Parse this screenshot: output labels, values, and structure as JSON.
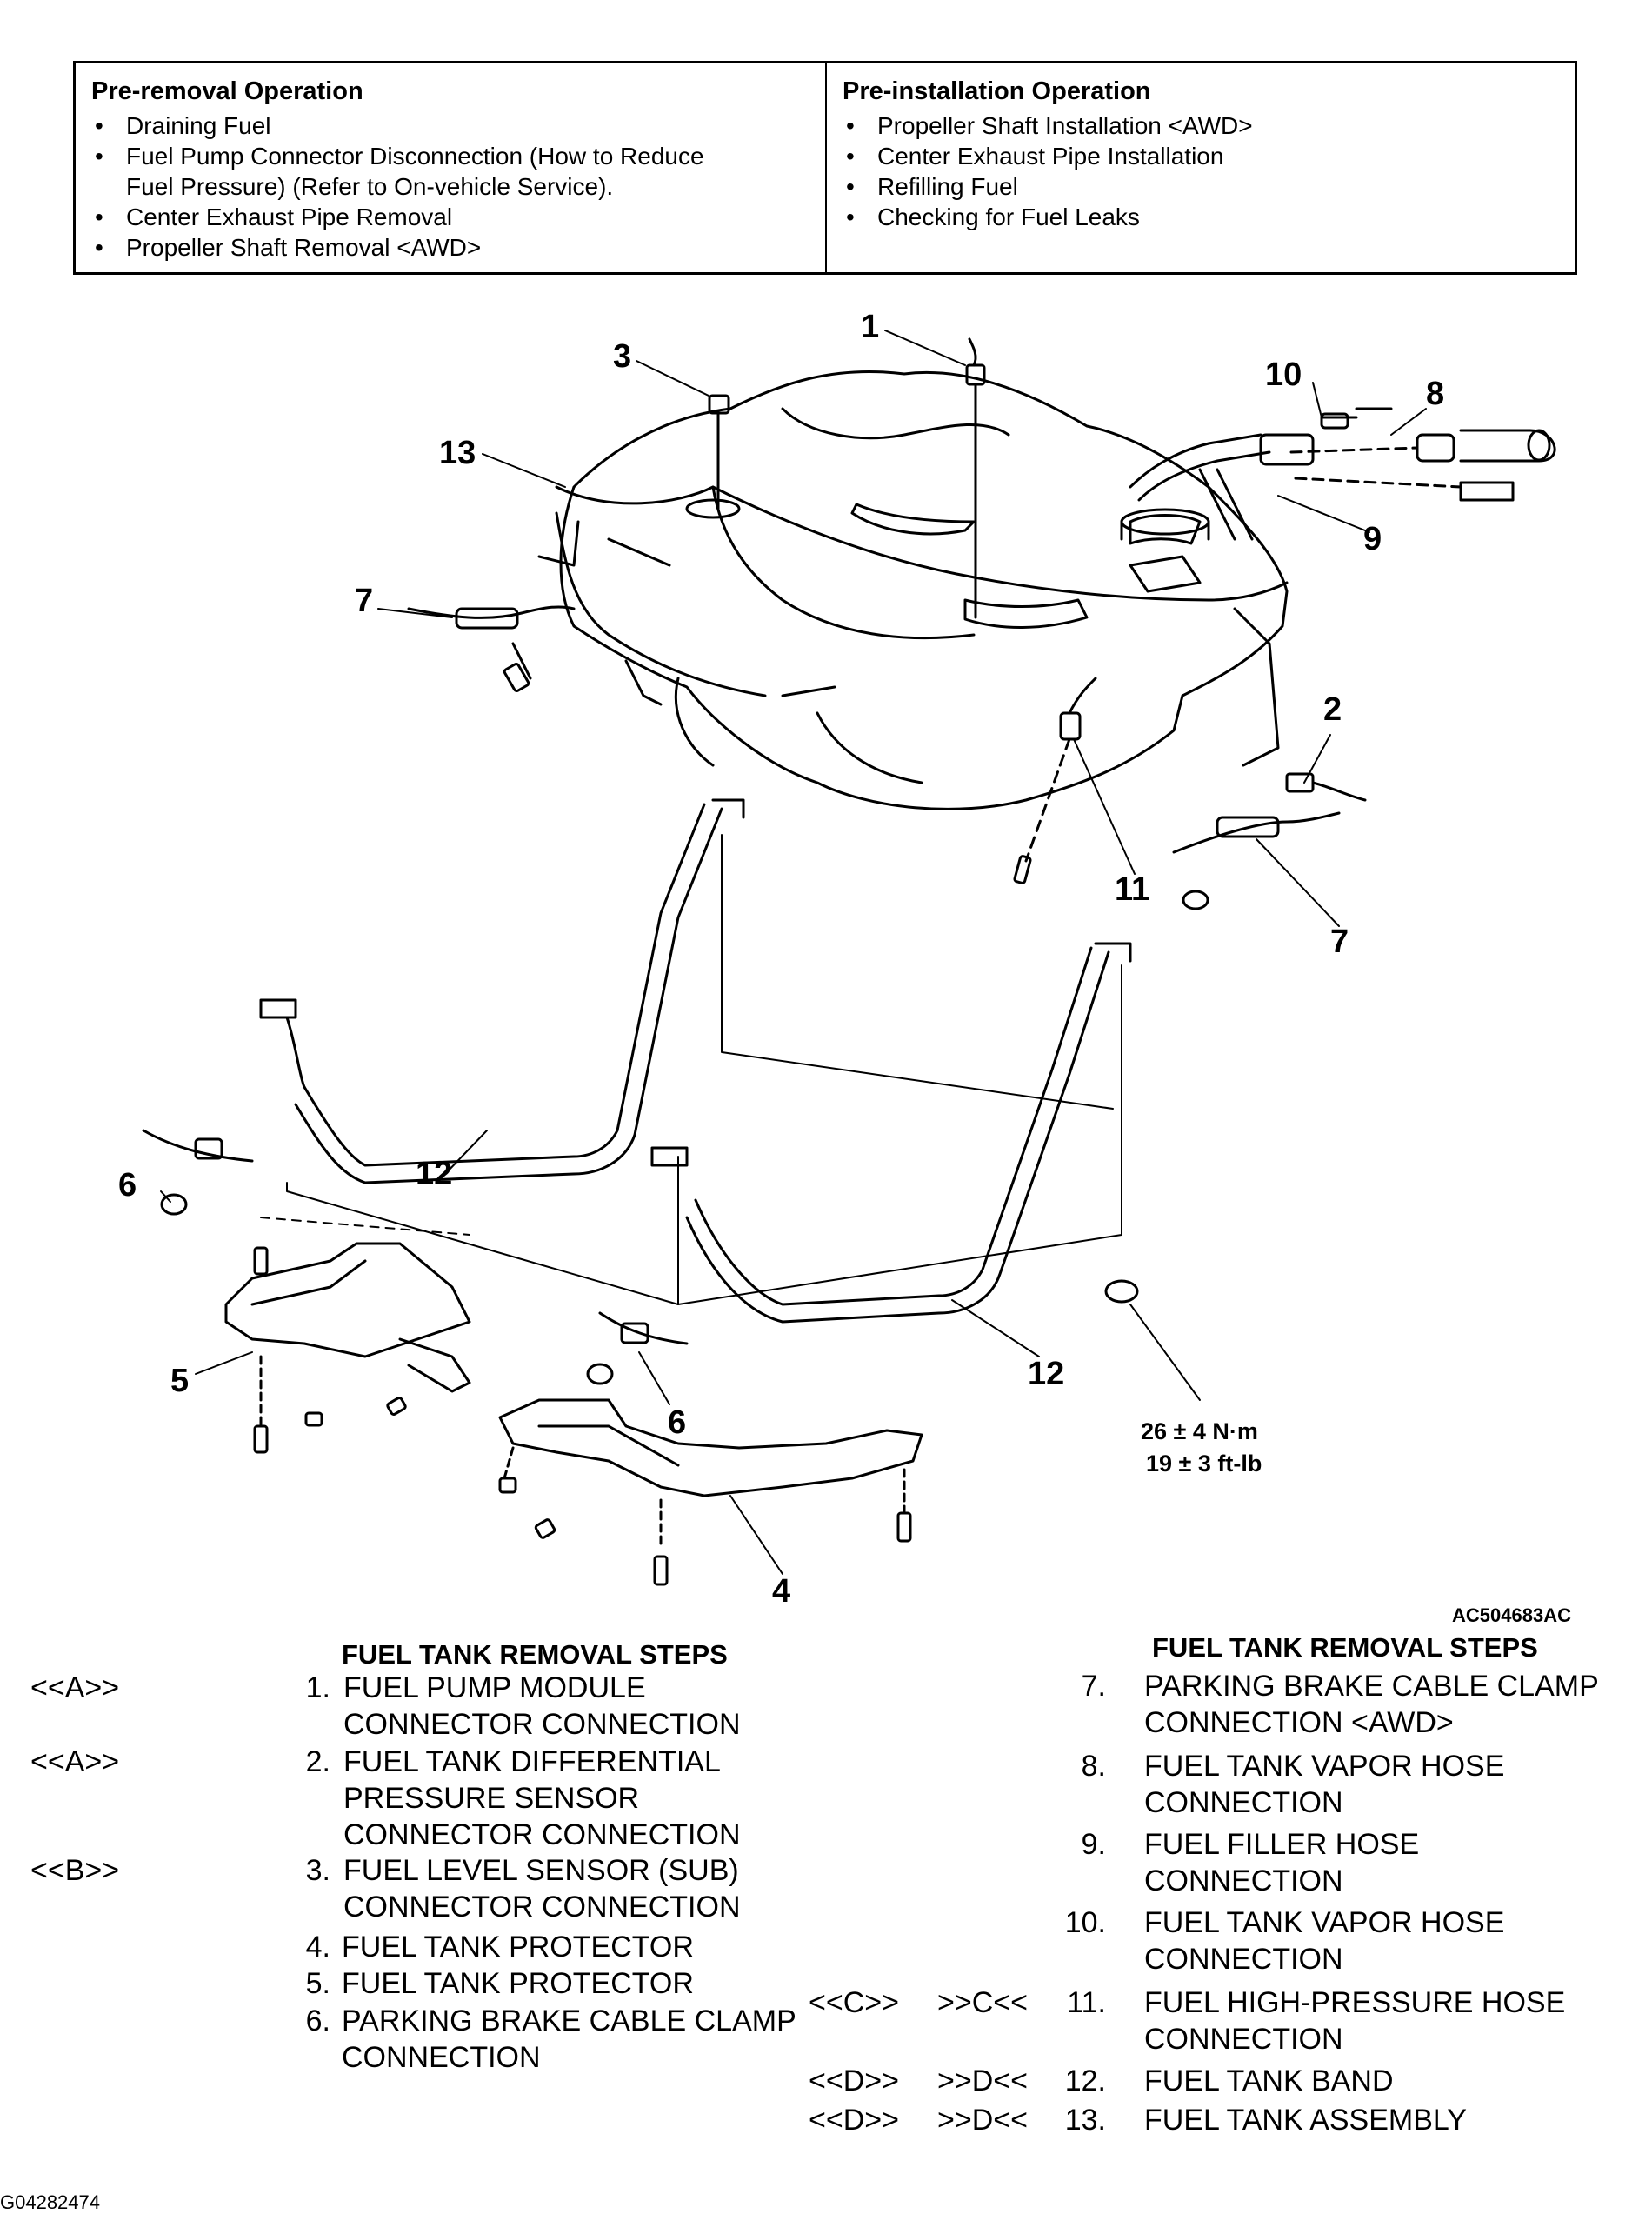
{
  "operations": {
    "pre_removal": {
      "heading": "Pre-removal Operation",
      "items": [
        "Draining Fuel",
        "Fuel Pump Connector Disconnection (How to Reduce\nFuel Pressure) (Refer to On-vehicle Service).",
        "Center Exhaust Pipe Removal",
        "Propeller Shaft Removal <AWD>"
      ]
    },
    "pre_installation": {
      "heading": "Pre-installation Operation",
      "items": [
        "Propeller Shaft Installation <AWD>",
        "Center Exhaust Pipe Installation",
        "Refilling Fuel",
        "Checking for Fuel Leaks"
      ]
    }
  },
  "diagram": {
    "callouts": {
      "c1": "1",
      "c2": "2",
      "c3": "3",
      "c4": "4",
      "c5": "5",
      "c6a": "6",
      "c6b": "6",
      "c7a": "7",
      "c7b": "7",
      "c8": "8",
      "c9": "9",
      "c10": "10",
      "c11": "11",
      "c12a": "12",
      "c12b": "12",
      "c13": "13"
    },
    "torque_nm": "26 ± 4 N·m",
    "torque_ftlb": "19 ± 3 ft-lb",
    "figure_code": "AC504683AC"
  },
  "steps": {
    "title_left": "FUEL TANK REMOVAL STEPS",
    "title_right": "FUEL TANK REMOVAL STEPS",
    "left": [
      {
        "marker": "<<A>>",
        "num": "1.",
        "label": "FUEL PUMP MODULE\nCONNECTOR CONNECTION"
      },
      {
        "marker": "<<A>>",
        "num": "2.",
        "label": "FUEL TANK DIFFERENTIAL\nPRESSURE SENSOR\nCONNECTOR CONNECTION"
      },
      {
        "marker": "<<B>>",
        "num": "3.",
        "label": "FUEL LEVEL SENSOR (SUB)\nCONNECTOR CONNECTION"
      },
      {
        "marker": "",
        "num": "4.",
        "label": "FUEL TANK PROTECTOR"
      },
      {
        "marker": "",
        "num": "5.",
        "label": "FUEL TANK PROTECTOR"
      },
      {
        "marker": "",
        "num": "6.",
        "label": "PARKING BRAKE CABLE CLAMP\nCONNECTION"
      }
    ],
    "right": [
      {
        "marker_rm": "",
        "marker_in": "",
        "num": "7.",
        "label": "PARKING BRAKE CABLE CLAMP\nCONNECTION <AWD>"
      },
      {
        "marker_rm": "",
        "marker_in": "",
        "num": "8.",
        "label": "FUEL TANK VAPOR HOSE\nCONNECTION"
      },
      {
        "marker_rm": "",
        "marker_in": "",
        "num": "9.",
        "label": "FUEL FILLER HOSE\nCONNECTION"
      },
      {
        "marker_rm": "",
        "marker_in": "",
        "num": "10.",
        "label": "FUEL TANK VAPOR HOSE\nCONNECTION"
      },
      {
        "marker_rm": "<<C>>",
        "marker_in": ">>C<<",
        "num": "11.",
        "label": "FUEL HIGH-PRESSURE HOSE\nCONNECTION"
      },
      {
        "marker_rm": "<<D>>",
        "marker_in": ">>D<<",
        "num": "12.",
        "label": "FUEL TANK BAND"
      },
      {
        "marker_rm": "<<D>>",
        "marker_in": ">>D<<",
        "num": "13.",
        "label": "FUEL TANK ASSEMBLY"
      }
    ]
  },
  "document_code": "G04282474"
}
